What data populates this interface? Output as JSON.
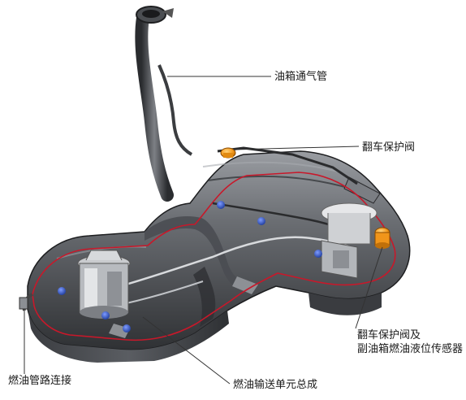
{
  "callouts": {
    "vent_pipe": "油箱通气管",
    "rollover_valve": "翻车保护阀",
    "rollover_sensor_line1": "翻车保护阀及",
    "rollover_sensor_line2": "副油箱燃油液位传感器",
    "fuel_line_connection": "燃油管路连接",
    "fuel_delivery_unit": "燃油输送单元总成"
  },
  "colors": {
    "tank_body": "#5c5f64",
    "tank_highlight": "#8a8d92",
    "tank_shadow": "#2c2e31",
    "outline_red": "#c8182a",
    "valve_orange": "#f39a1e",
    "connector_blue": "#2a4fb8",
    "leader_line": "#333333"
  }
}
